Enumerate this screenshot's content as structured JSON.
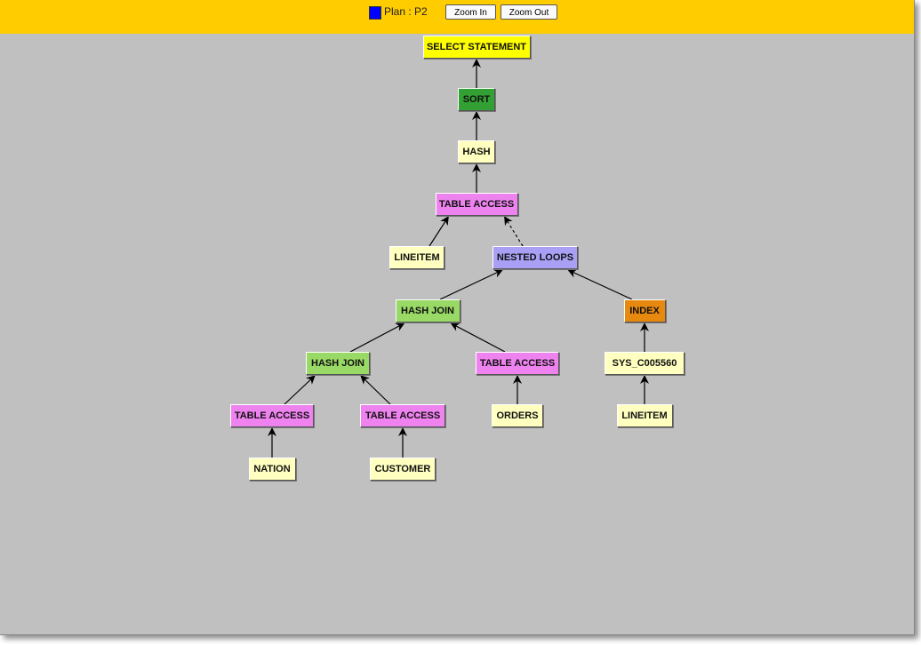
{
  "toolbar": {
    "plan_label": "Plan : P2",
    "plan_color": "#0000ff",
    "zoom_in_label": "Zoom In",
    "zoom_out_label": "Zoom Out"
  },
  "nodes": [
    {
      "id": "select",
      "label": "SELECT STATEMENT",
      "color": "#ffff00"
    },
    {
      "id": "sort",
      "label": "SORT",
      "color": "#33a033"
    },
    {
      "id": "hash",
      "label": "HASH",
      "color": "#ffffc0"
    },
    {
      "id": "ta1",
      "label": "TABLE ACCESS",
      "color": "#ee82ee"
    },
    {
      "id": "lineitem1",
      "label": "LINEITEM",
      "color": "#ffffc0"
    },
    {
      "id": "nl",
      "label": "NESTED LOOPS",
      "color": "#a9a0f5"
    },
    {
      "id": "hj1",
      "label": "HASH JOIN",
      "color": "#99d966"
    },
    {
      "id": "index",
      "label": "INDEX",
      "color": "#e8890f"
    },
    {
      "id": "hj2",
      "label": "HASH JOIN",
      "color": "#99d966"
    },
    {
      "id": "ta_orders",
      "label": "TABLE ACCESS",
      "color": "#ee82ee"
    },
    {
      "id": "sys",
      "label": "SYS_C005560",
      "color": "#ffffc0"
    },
    {
      "id": "ta_nation",
      "label": "TABLE ACCESS",
      "color": "#ee82ee"
    },
    {
      "id": "ta_customer",
      "label": "TABLE ACCESS",
      "color": "#ee82ee"
    },
    {
      "id": "orders",
      "label": "ORDERS",
      "color": "#ffffc0"
    },
    {
      "id": "lineitem2",
      "label": "LINEITEM",
      "color": "#ffffc0"
    },
    {
      "id": "nation",
      "label": "NATION",
      "color": "#ffffc0"
    },
    {
      "id": "customer",
      "label": "CUSTOMER",
      "color": "#ffffc0"
    }
  ],
  "edges": [
    {
      "from": "sort",
      "to": "select",
      "dashed": false
    },
    {
      "from": "hash",
      "to": "sort",
      "dashed": false
    },
    {
      "from": "ta1",
      "to": "hash",
      "dashed": false
    },
    {
      "from": "lineitem1",
      "to": "ta1",
      "dashed": false
    },
    {
      "from": "nl",
      "to": "ta1",
      "dashed": true
    },
    {
      "from": "hj1",
      "to": "nl",
      "dashed": false
    },
    {
      "from": "index",
      "to": "nl",
      "dashed": false
    },
    {
      "from": "hj2",
      "to": "hj1",
      "dashed": false
    },
    {
      "from": "ta_orders",
      "to": "hj1",
      "dashed": false
    },
    {
      "from": "sys",
      "to": "index",
      "dashed": false
    },
    {
      "from": "ta_nation",
      "to": "hj2",
      "dashed": false
    },
    {
      "from": "ta_customer",
      "to": "hj2",
      "dashed": false
    },
    {
      "from": "orders",
      "to": "ta_orders",
      "dashed": false
    },
    {
      "from": "lineitem2",
      "to": "sys",
      "dashed": false
    },
    {
      "from": "nation",
      "to": "ta_nation",
      "dashed": false
    },
    {
      "from": "customer",
      "to": "ta_customer",
      "dashed": false
    }
  ]
}
